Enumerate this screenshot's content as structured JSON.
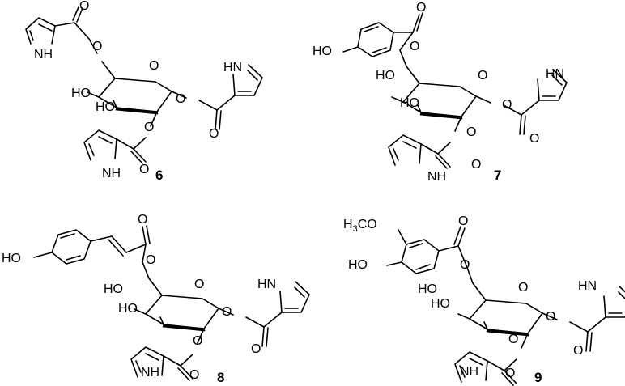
{
  "compounds": [
    {
      "label": "6",
      "substituent_6": "pyrrole-2-carbonyl",
      "atoms": {
        "o1": "O",
        "o2": "O",
        "nh1": "NH",
        "ho_a": "HO",
        "ho_b": "HO",
        "o_ring": "O",
        "o_anom": "O",
        "o_carb3": "O",
        "hn_r": "HN",
        "o_c2": "O",
        "o_carb4": "O",
        "nh2": "NH"
      }
    },
    {
      "label": "7",
      "substituent_6": "4-hydroxybenzoyl",
      "atoms": {
        "ho_ph": "HO",
        "o1": "O",
        "o2": "O",
        "ho_a": "HO",
        "ho_b": "HO",
        "o_ring": "O",
        "o_anom": "O",
        "o_carb3": "O",
        "hn_r": "HN",
        "o_c2": "O",
        "o_carb4": "O",
        "nh2": "NH"
      }
    },
    {
      "label": "8",
      "substituent_6": "p-coumaroyl",
      "atoms": {
        "ho_ph": "HO",
        "o1": "O",
        "o2": "O",
        "ho_a": "HO",
        "ho_b": "HO",
        "o_ring": "O",
        "o_anom": "O",
        "o_carb3": "O",
        "hn_r": "HN",
        "o_c2": "O",
        "o_carb4": "O",
        "nh2": "NH"
      }
    },
    {
      "label": "9",
      "substituent_6": "vanilloyl",
      "atoms": {
        "h3co_h": "H",
        "h3co_3": "3",
        "h3co_co": "CO",
        "ho_ph": "HO",
        "o1": "O",
        "o2": "O",
        "ho_a": "HO",
        "ho_b": "HO",
        "o_ring": "O",
        "o_anom": "O",
        "o_carb3": "O",
        "hn_r": "HN",
        "o_c2": "O",
        "o_carb4": "O",
        "nh2": "NH"
      }
    }
  ]
}
